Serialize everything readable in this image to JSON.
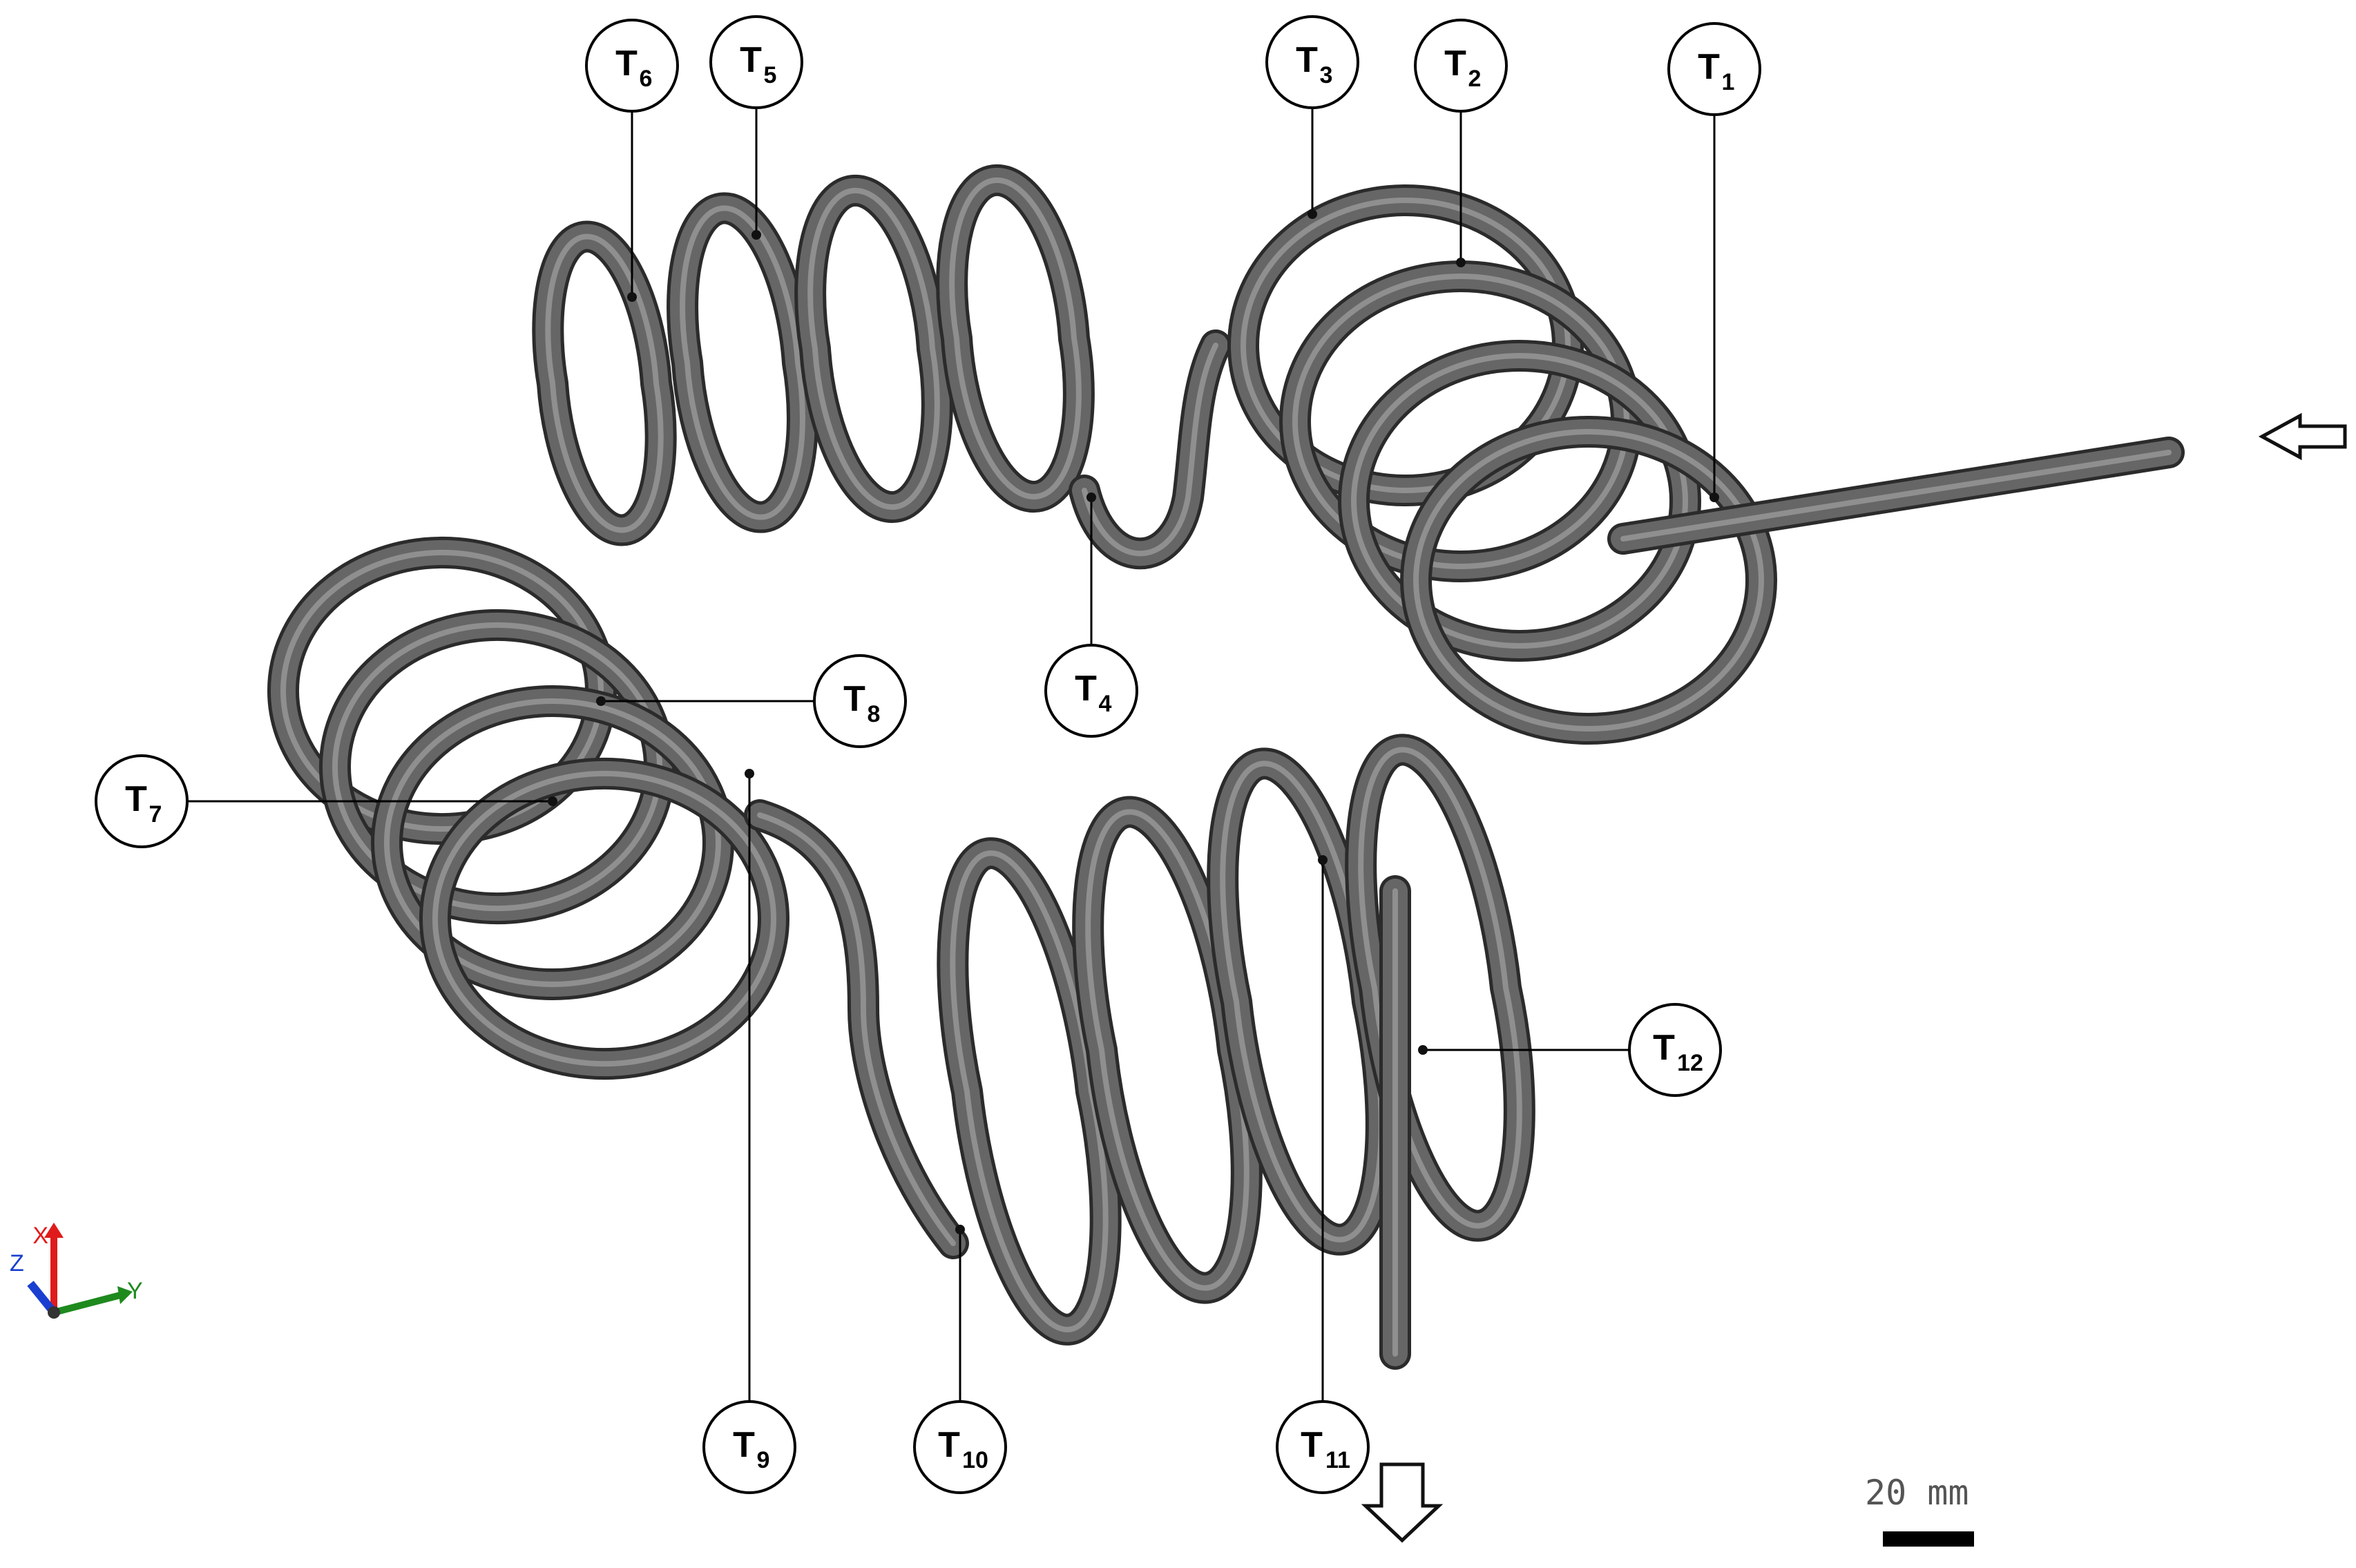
{
  "diagram": {
    "colors": {
      "tube": "#666666",
      "tube_dark": "#2b2b2b",
      "tube_light": "#9a9a9a",
      "leader": "#000000",
      "axis_x": "#e01b1b",
      "axis_y": "#1e8a1e",
      "axis_z": "#1a3fd0"
    },
    "sensors": [
      {
        "id": "T1",
        "letter": "T",
        "sub": "1"
      },
      {
        "id": "T2",
        "letter": "T",
        "sub": "2"
      },
      {
        "id": "T3",
        "letter": "T",
        "sub": "3"
      },
      {
        "id": "T4",
        "letter": "T",
        "sub": "4"
      },
      {
        "id": "T5",
        "letter": "T",
        "sub": "5"
      },
      {
        "id": "T6",
        "letter": "T",
        "sub": "6"
      },
      {
        "id": "T7",
        "letter": "T",
        "sub": "7"
      },
      {
        "id": "T8",
        "letter": "T",
        "sub": "8"
      },
      {
        "id": "T9",
        "letter": "T",
        "sub": "9"
      },
      {
        "id": "T10",
        "letter": "T",
        "sub": "10"
      },
      {
        "id": "T11",
        "letter": "T",
        "sub": "11"
      },
      {
        "id": "T12",
        "letter": "T",
        "sub": "12"
      }
    ],
    "axes": {
      "x": "X",
      "y": "Y",
      "z": "Z"
    },
    "scale_bar": {
      "label": "20 mm"
    },
    "flow_arrows": [
      "inlet-arrow",
      "outlet-arrow"
    ]
  }
}
